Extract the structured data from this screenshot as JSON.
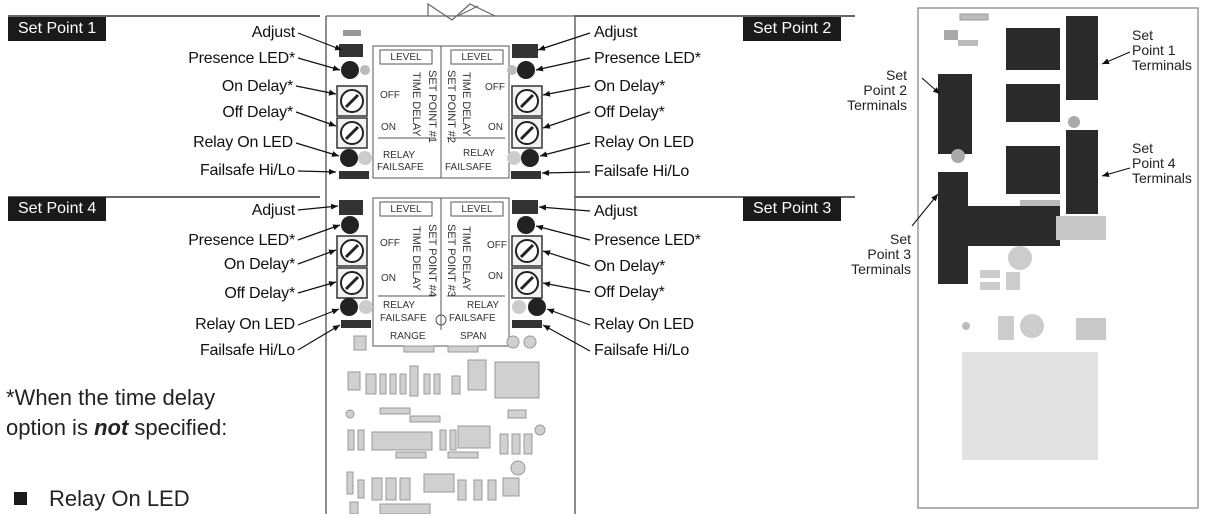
{
  "set_point_tags": {
    "sp1": "Set Point 1",
    "sp2": "Set Point 2",
    "sp3": "Set Point 3",
    "sp4": "Set Point 4"
  },
  "callouts": {
    "adjust": "Adjust",
    "presence_led": "Presence LED*",
    "on_delay": "On Delay*",
    "off_delay": "Off Delay*",
    "relay_on_led": "Relay On LED",
    "failsafe": "Failsafe Hi/Lo"
  },
  "board_labels": {
    "level": "LEVEL",
    "off": "OFF",
    "on": "ON",
    "relay": "RELAY",
    "failsafe": "FAILSAFE",
    "range": "RANGE",
    "span": "SPAN",
    "time_delay": "TIME DELAY",
    "sp1": "SET POINT #1",
    "sp2": "SET POINT #2",
    "sp3": "SET POINT #3",
    "sp4": "SET POINT #4"
  },
  "note": {
    "line1": "*When the time delay",
    "line2_pre": "option is ",
    "line2_em": "not",
    "line2_post": " specified:"
  },
  "bullet": "Relay On LED",
  "terminals": {
    "sp1": [
      "Set",
      "Point 1",
      "Terminals"
    ],
    "sp2": [
      "Set",
      "Point 2",
      "Terminals"
    ],
    "sp3": [
      "Set",
      "Point 3",
      "Terminals"
    ],
    "sp4": [
      "Set",
      "Point 4",
      "Terminals"
    ]
  },
  "colors": {
    "tag_bg": "#1a1a1a",
    "board_outline": "#666666",
    "component_dark": "#333333",
    "component_light": "#cfcfcf"
  }
}
